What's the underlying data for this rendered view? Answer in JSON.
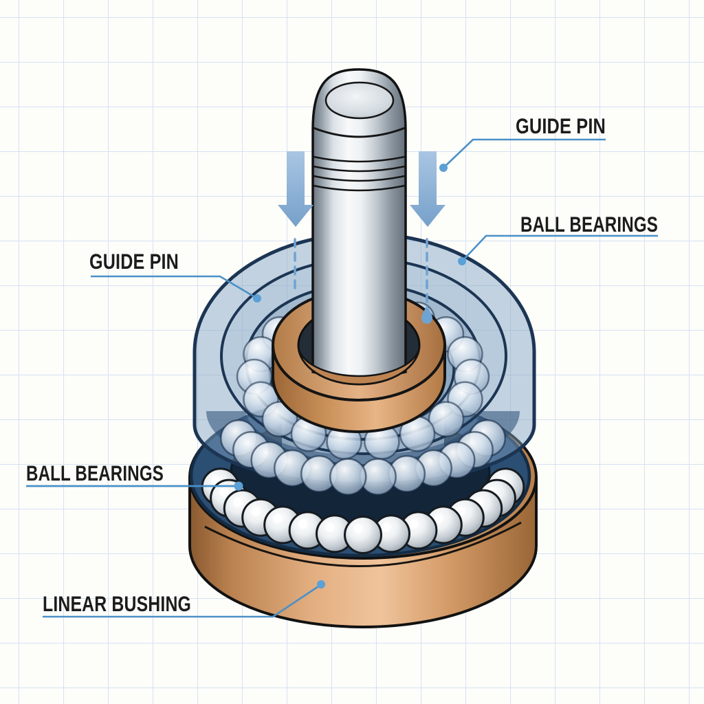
{
  "diagram": {
    "kind": "technical-illustration",
    "callouts": {
      "guide_pin_top": "GUIDE PIN",
      "ball_bearings_right": "BALL BEARINGS",
      "guide_pin_left": "GUIDE PIN",
      "ball_bearings_left": "BALL BEARINGS",
      "linear_bushing_bottom": "LINEAR BUSHING"
    },
    "icons": {
      "down_arrow_left": "down-arrow",
      "down_arrow_right": "down-arrow",
      "motion_droplet": "droplet"
    },
    "colors": {
      "background": "#fdfdfa",
      "grid_line": "#d6e2f2",
      "label_text": "#1c1c1c",
      "leader_line": "#4a90c8",
      "leader_dot": "#5ba0d6",
      "arrow_blue": "#8ab2d9",
      "dashed_motion": "#6fa3d2",
      "housing_blue": "#7fa3c7",
      "outline_navy": "#1c3553",
      "channel_navy": "#122539",
      "copper_light": "#e8b88e",
      "copper_dark": "#9a6636",
      "steel_light": "#f7f9fa",
      "steel_dark": "#6b757f"
    }
  }
}
